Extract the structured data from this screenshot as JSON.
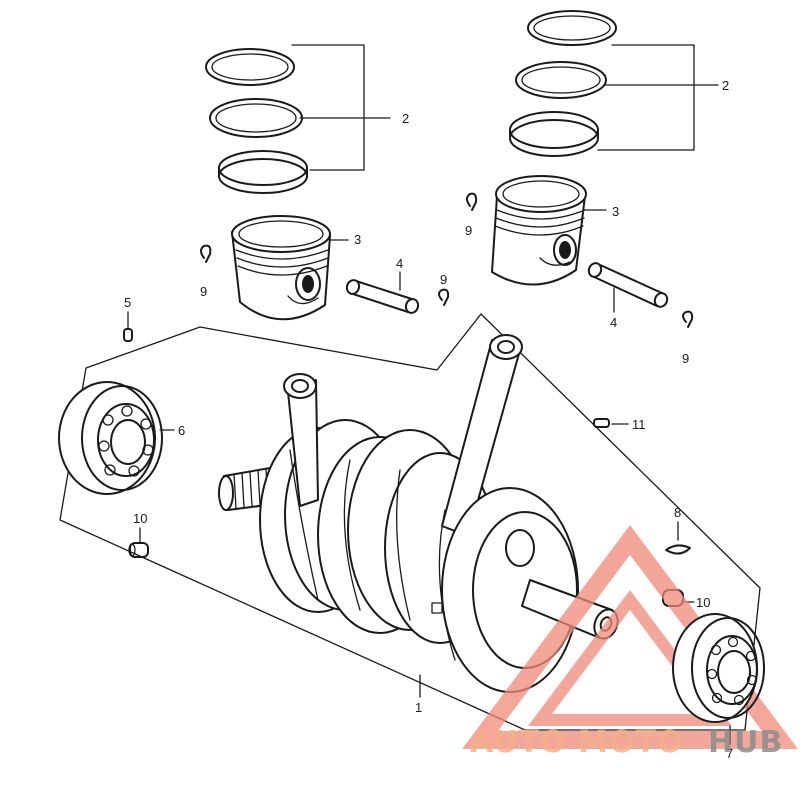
{
  "callouts": {
    "c1": "1",
    "c2_left": "2",
    "c2_right": "2",
    "c3_left": "3",
    "c3_right": "3",
    "c4_left": "4",
    "c4_right": "4",
    "c5": "5",
    "c6": "6",
    "c7": "7",
    "c8": "8",
    "c9_a": "9",
    "c9_b": "9",
    "c9_c": "9",
    "c9_d": "9",
    "c10_a": "10",
    "c10_b": "10",
    "c11": "11"
  },
  "watermark": {
    "word_auto": "AUTO",
    "word_moto": "MOTO",
    "word_hub": "HUB",
    "color_primary": "#f08a7a",
    "color_hub": "#8c8c8c",
    "color_text": "#f5b08a"
  }
}
